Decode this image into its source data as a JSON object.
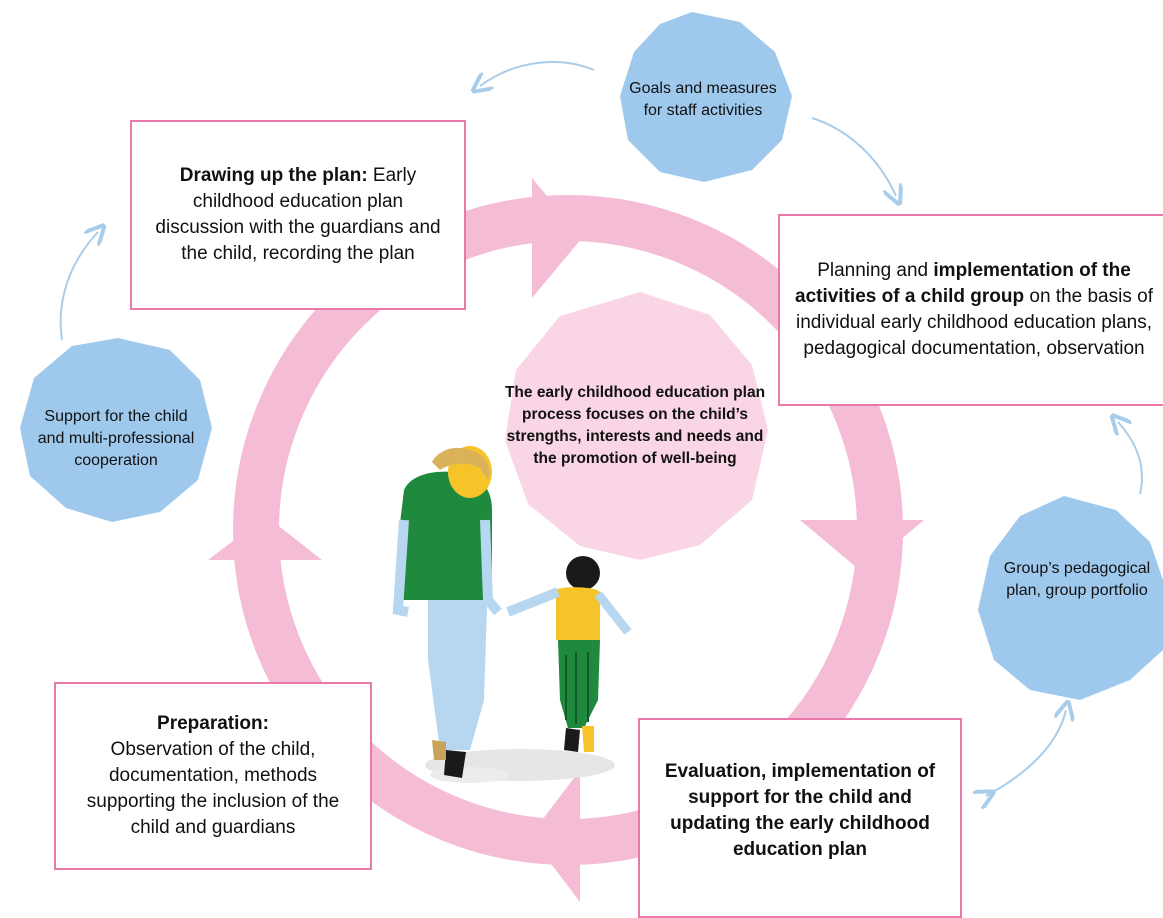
{
  "center": {
    "text": "The early childhood education plan process focuses on the child’s strengths, interests and needs and the promotion of well-being"
  },
  "boxes": {
    "drawing": {
      "bold": "Drawing up the plan:",
      "text": " Early childhood education plan discussion with the guardians and the child, recording the plan"
    },
    "planning": {
      "pre": "Planning and ",
      "bold": "implementation of the activities of a child group",
      "post": " on the basis of individual early childhood education plans, pedagogical documentation, observation"
    },
    "preparation": {
      "bold": "Preparation:",
      "text": "Observation of the child, documentation, methods supporting the inclusion of the child and guardians"
    },
    "evaluation": {
      "bold": "Evaluation, implementation of support for the child and updating the early childhood education plan"
    }
  },
  "bubbles": {
    "goals": "Goals and measures for staff activities",
    "support": "Support for the child and multi-professional cooperation",
    "group": "Group’s pedagogical plan, group portfolio"
  },
  "colors": {
    "ring": "#f5bcd5",
    "center": "#f9d5e6",
    "box_border": "#e879a8",
    "bubble": "#9ec9ec",
    "connector": "#a8cdeb"
  }
}
